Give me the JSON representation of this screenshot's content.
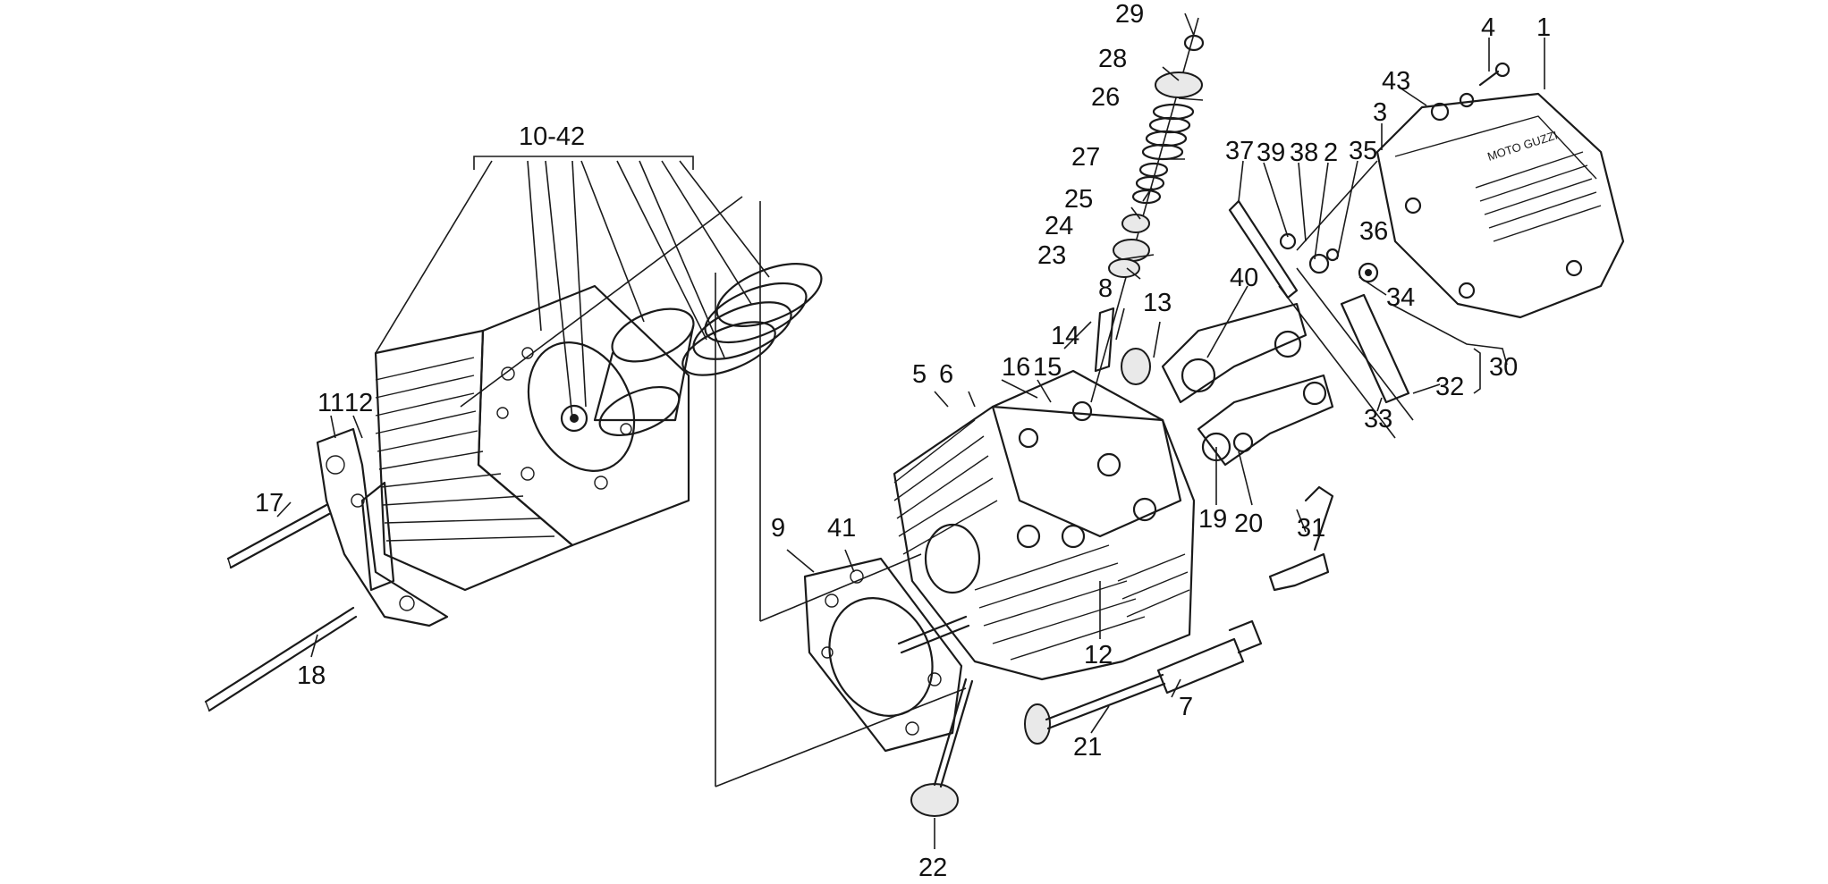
{
  "diagram": {
    "type": "exploded parts diagram",
    "subject": "motorcycle cylinder, head and valve gear",
    "cover_brand_text": "MOTO GUZZI"
  },
  "part_labels": {
    "l1": "1",
    "l2": "2",
    "l3": "3",
    "l4": "4",
    "l5": "5",
    "l6": "6",
    "l7": "7",
    "l8": "8",
    "l9": "9",
    "l10_42": "10-42",
    "l11": "11",
    "l12a": "12",
    "l12b": "12",
    "l13": "13",
    "l14": "14",
    "l15": "15",
    "l16": "16",
    "l17": "17",
    "l18": "18",
    "l19": "19",
    "l20": "20",
    "l21": "21",
    "l22": "22",
    "l23": "23",
    "l24": "24",
    "l25": "25",
    "l26": "26",
    "l27": "27",
    "l28": "28",
    "l29": "29",
    "l30": "30",
    "l31": "31",
    "l32": "32",
    "l33": "33",
    "l34": "34",
    "l35": "35",
    "l36": "36",
    "l37": "37",
    "l38": "38",
    "l39": "39",
    "l40": "40",
    "l41": "41",
    "l43": "43"
  }
}
